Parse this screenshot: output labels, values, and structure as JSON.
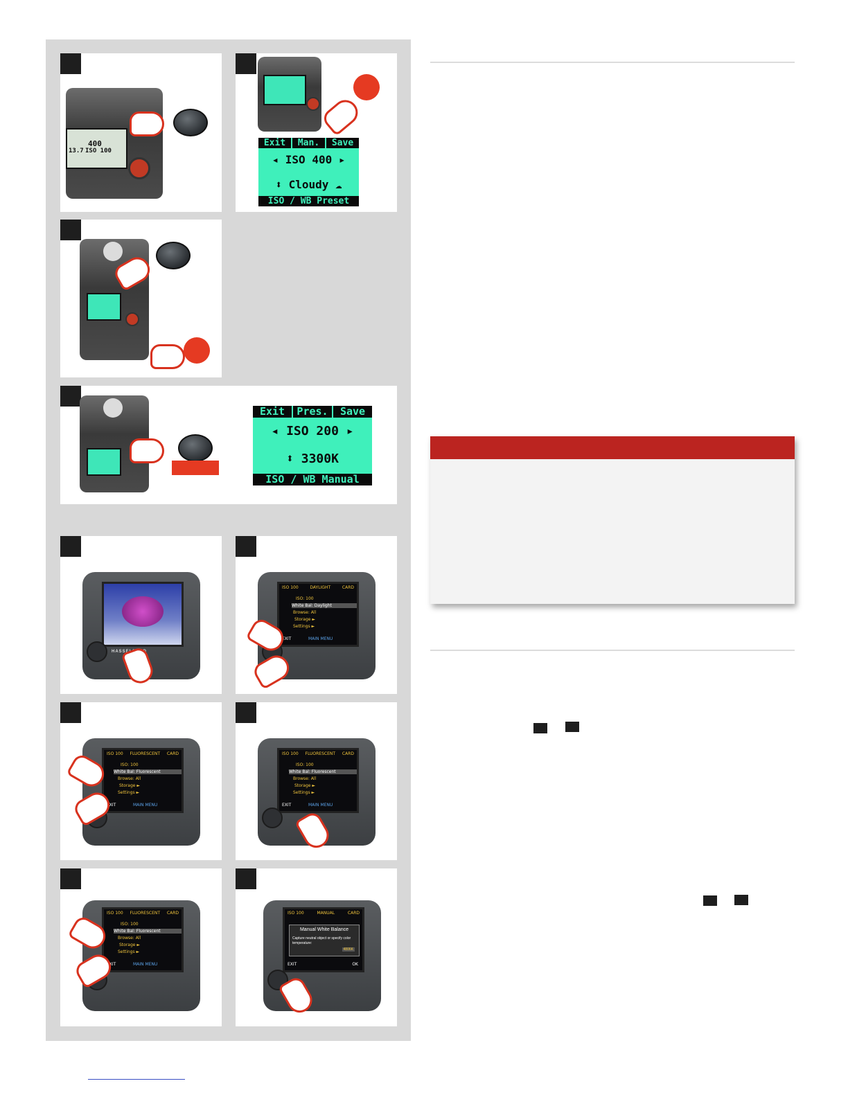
{
  "panel_top_right": {
    "lcd_labels": [
      "Exit",
      "Man.",
      "Save"
    ],
    "iso_value": "ISO 400",
    "wb_value": "Cloudy",
    "footer": "ISO / WB Preset"
  },
  "panel_wide": {
    "lcd_labels": [
      "Exit",
      "Pres.",
      "Save"
    ],
    "iso_value": "ISO 200",
    "wb_value": "3300K",
    "footer": "ISO / WB Manual"
  },
  "camera_top": {
    "display_values": [
      "400",
      "ISO 100",
      "13.7"
    ]
  },
  "digital_back": {
    "brand": "HASSELBLAD",
    "menu_b": {
      "header": [
        "ISO 100",
        "DAYLIGHT",
        "CARD"
      ],
      "rows": [
        "ISO: 100",
        "White Bal: Daylight",
        "Browse: All",
        "Storage ►",
        "Settings ►"
      ],
      "exit": "EXIT",
      "title": "MAIN MENU"
    },
    "menu_c": {
      "header": [
        "ISO 100",
        "FLUORESCENT",
        "CARD"
      ],
      "rows": [
        "ISO: 100",
        "White Bal: Fluorescent",
        "Browse: All",
        "Storage ►",
        "Settings ►"
      ],
      "exit": "EXIT",
      "title": "MAIN MENU"
    },
    "menu_f": {
      "header": [
        "ISO 100",
        "MANUAL",
        "CARD"
      ],
      "dialog_title": "Manual White Balance",
      "dialog_text": "Capture neutral object or specify color temperature:",
      "dialog_value": "4806K",
      "exit": "EXIT",
      "ok": "OK"
    }
  },
  "colors": {
    "accent_red": "#bb2420",
    "lcd_green": "#3ff0bb",
    "dial_red": "#e53a22"
  }
}
